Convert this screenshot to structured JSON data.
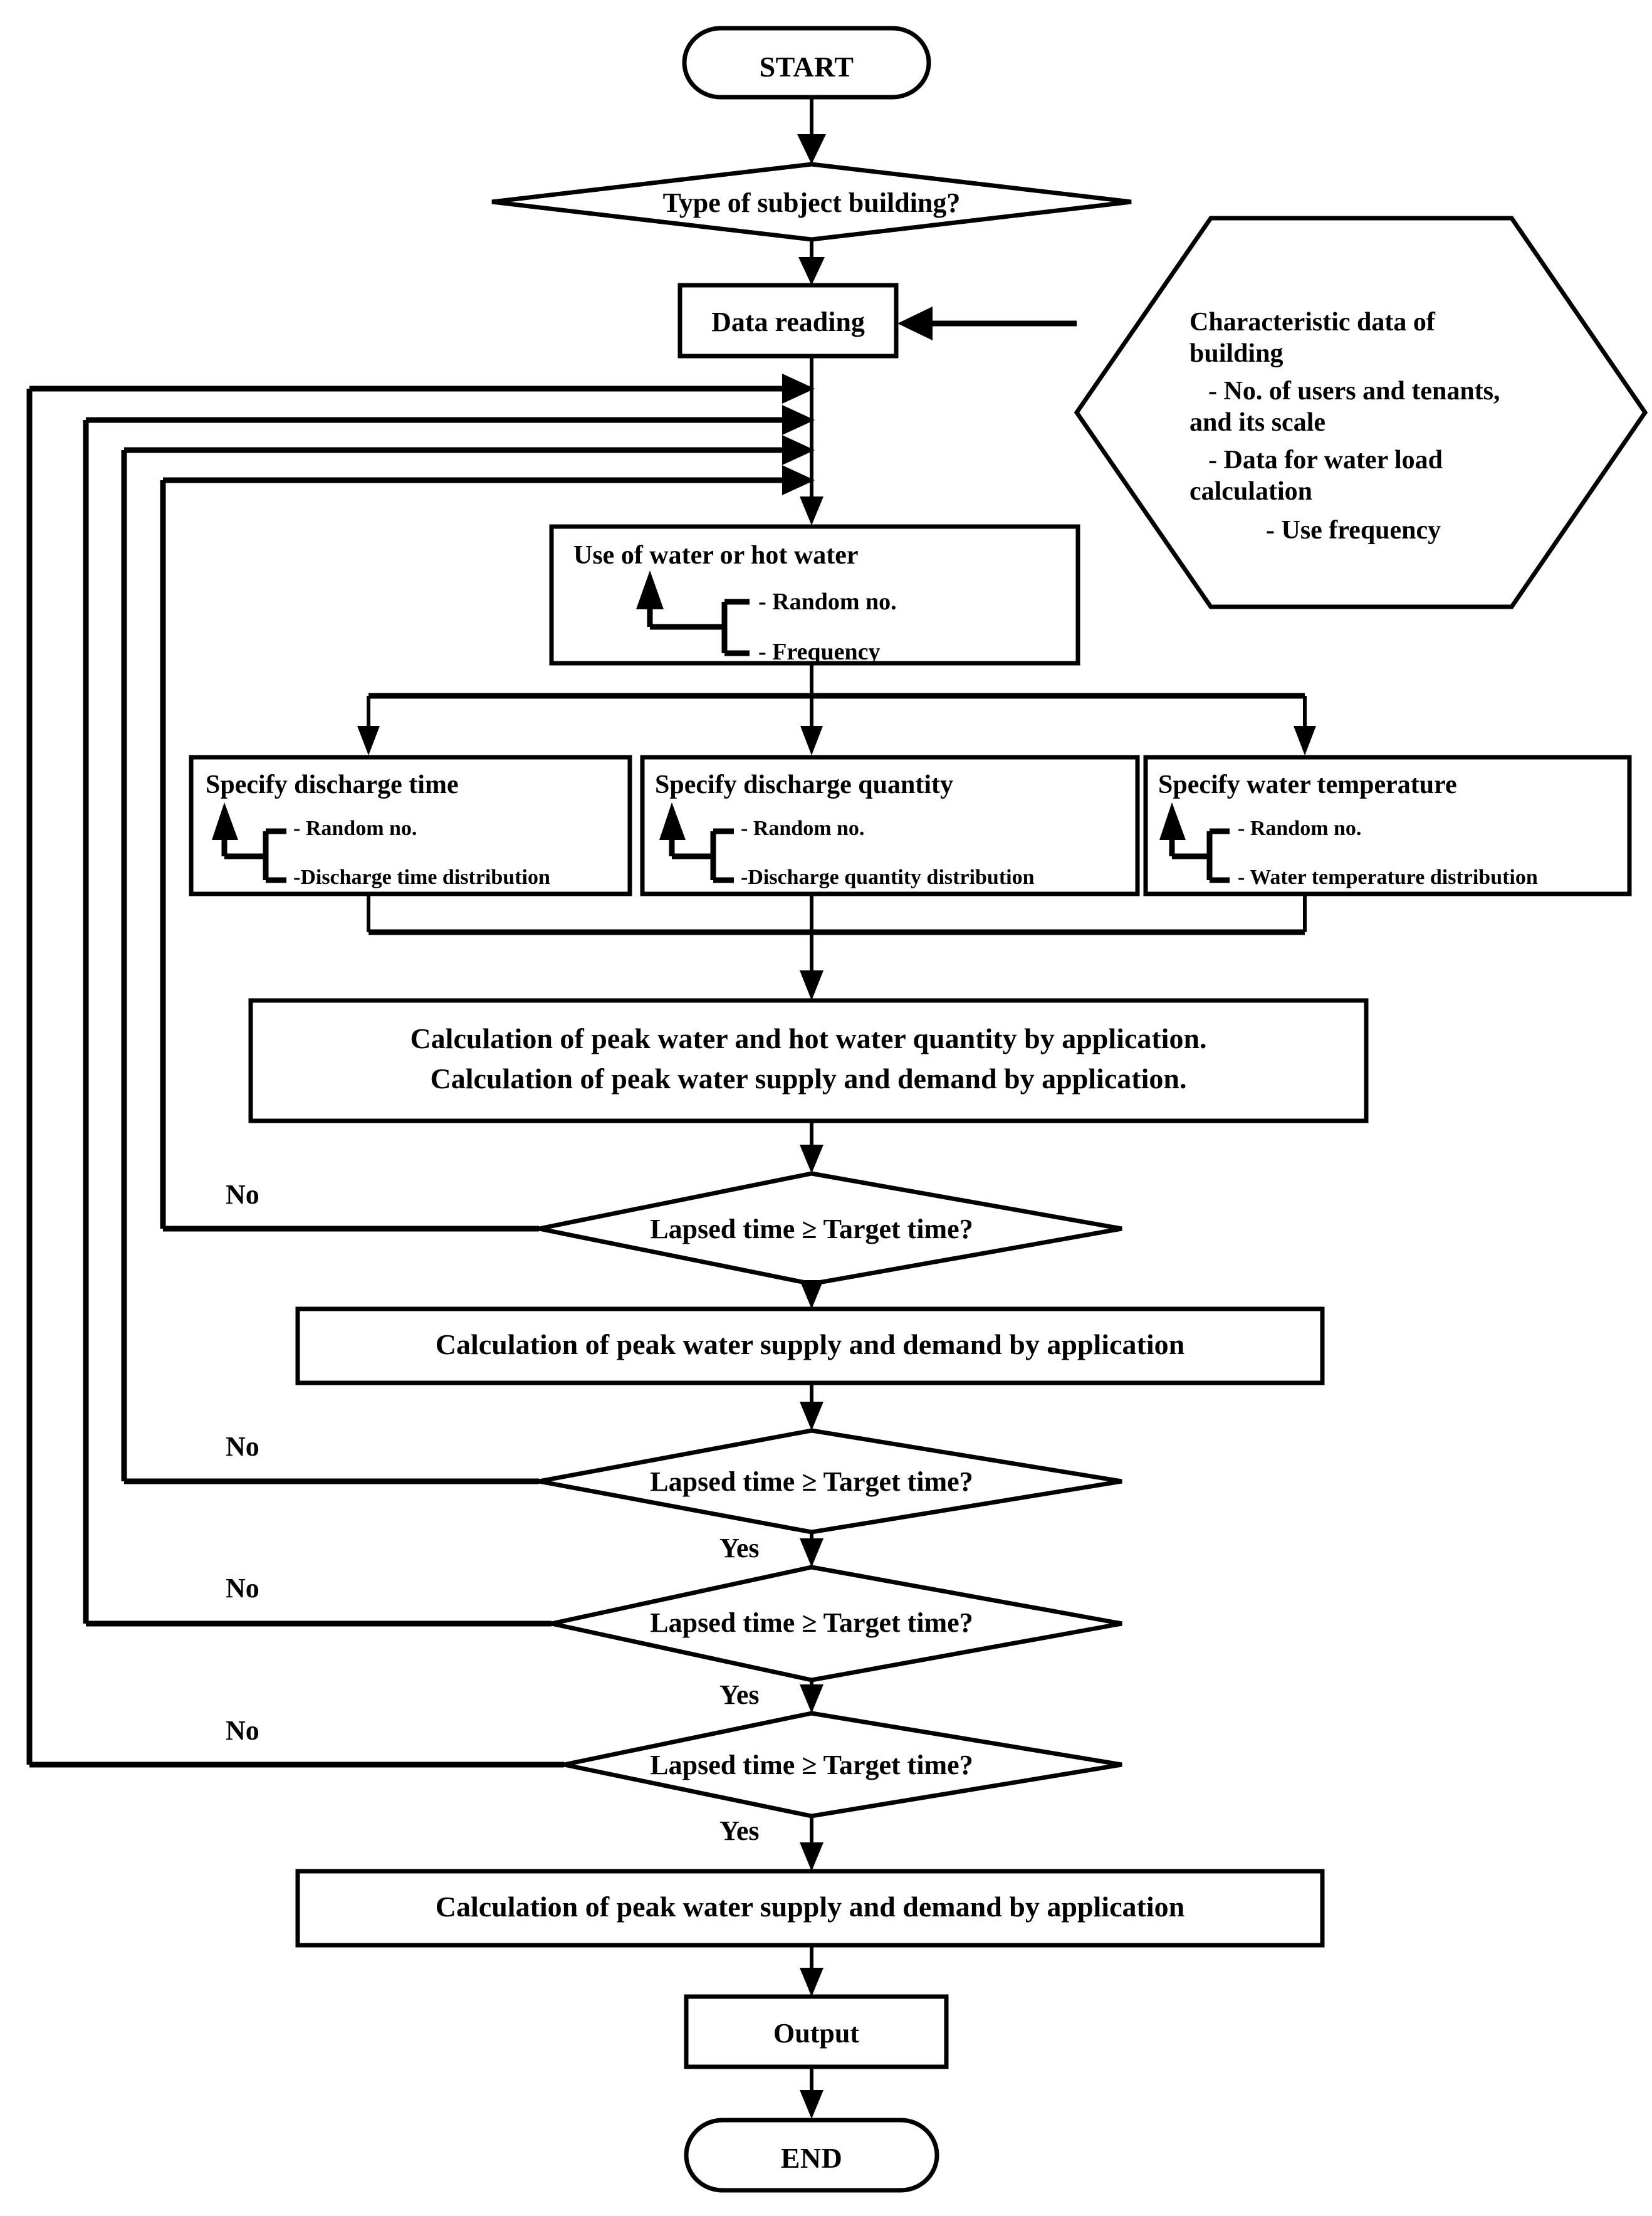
{
  "diagram": {
    "title": "Water supply and demand simulation flowchart",
    "type": "flowchart",
    "background_color": "#ffffff",
    "line_color": "#000000"
  },
  "nodes": {
    "start": {
      "label": "START",
      "shape": "terminator"
    },
    "type_decision": {
      "label": "Type of subject building?",
      "shape": "decision"
    },
    "data_reading": {
      "label": "Data reading",
      "shape": "process"
    },
    "characteristic_data": {
      "shape": "hexagon",
      "title_line1": "Characteristic data of",
      "title_line2": "building",
      "items": [
        "- No. of users and tenants,",
        "and its scale",
        "- Data for water load",
        "calculation",
        "- Use frequency"
      ]
    },
    "use_water": {
      "shape": "process",
      "title": "Use of water or hot water",
      "sub_items": [
        "- Random no.",
        "- Frequency"
      ]
    },
    "specify_discharge_time": {
      "shape": "process",
      "title": "Specify discharge time",
      "sub_items": [
        "- Random no.",
        "-Discharge time distribution"
      ]
    },
    "specify_discharge_quantity": {
      "shape": "process",
      "title": "Specify discharge quantity",
      "sub_items": [
        "- Random no.",
        "-Discharge quantity distribution"
      ]
    },
    "specify_water_temperature": {
      "shape": "process",
      "title": "Specify water temperature",
      "sub_items": [
        "- Random no.",
        "- Water temperature distribution"
      ]
    },
    "peak_calc_big": {
      "shape": "process",
      "line1": "Calculation of peak water and hot water quantity by application.",
      "line2": "Calculation of peak water supply and demand by application."
    },
    "decision_1": {
      "label": "Lapsed time ≥ Target time?",
      "shape": "decision",
      "no_label": "No",
      "yes_label": ""
    },
    "peak_calc_2": {
      "shape": "process",
      "label": "Calculation of peak water supply and demand by application"
    },
    "decision_2": {
      "label": "Lapsed time ≥ Target time?",
      "shape": "decision",
      "no_label": "No",
      "yes_label": "Yes"
    },
    "decision_3": {
      "label": "Lapsed time ≥ Target time?",
      "shape": "decision",
      "no_label": "No",
      "yes_label": "Yes"
    },
    "decision_4": {
      "label": "Lapsed time ≥ Target time?",
      "shape": "decision",
      "no_label": "No",
      "yes_label": "Yes"
    },
    "peak_calc_3": {
      "shape": "process",
      "label": "Calculation of peak water supply and demand by application"
    },
    "output": {
      "label": "Output",
      "shape": "process"
    },
    "end": {
      "label": "END",
      "shape": "terminator"
    }
  },
  "edges": {
    "feedback_note": "Four No-branches loop back to the vertical trunk below Data reading",
    "labels": {
      "no": "No",
      "yes": "Yes"
    }
  }
}
